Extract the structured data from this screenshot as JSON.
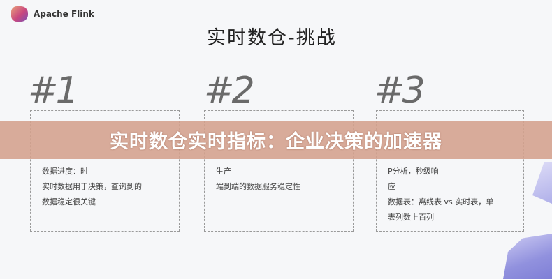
{
  "header": {
    "brand": "Apache Flink",
    "title": "实时数仓-挑战"
  },
  "cards": [
    {
      "number": "#1",
      "lines": [
        "数据进度：时",
        "实时数据用于决策，查询到的",
        "数据稳定很关键"
      ]
    },
    {
      "number": "#2",
      "lines": [
        "生产",
        "端到端的数据服务稳定性"
      ]
    },
    {
      "number": "#3",
      "lines": [
        "P分析，秒级响",
        "应",
        "数据表：离线表 vs 实时表，单",
        "表列数上百列"
      ]
    }
  ],
  "banner": {
    "text": "实时数仓实时指标：企业决策的加速器",
    "color": "#d4a08c"
  }
}
